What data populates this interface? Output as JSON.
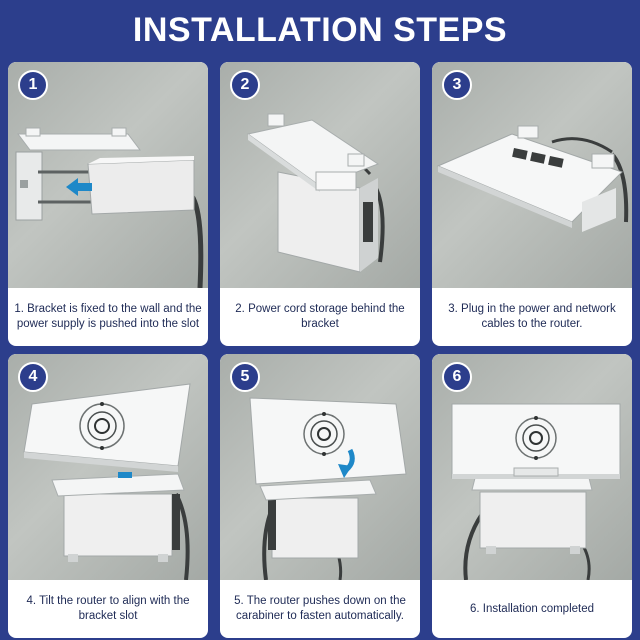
{
  "header": {
    "title": "INSTALLATION STEPS"
  },
  "colors": {
    "background": "#2c3e8c",
    "card": "#ffffff",
    "badge": "#2c3e8c",
    "arrow": "#1e88c8"
  },
  "steps": [
    {
      "number": "1",
      "caption": "1. Bracket is fixed to the wall and the power supply is pushed into the slot"
    },
    {
      "number": "2",
      "caption": "2. Power cord storage behind the bracket"
    },
    {
      "number": "3",
      "caption": "3. Plug in the power and network cables to the router."
    },
    {
      "number": "4",
      "caption": "4. Tilt the router to align with the bracket slot"
    },
    {
      "number": "5",
      "caption": "5. The router pushes down on the carabiner to fasten automatically."
    },
    {
      "number": "6",
      "caption": "6. Installation completed"
    }
  ]
}
